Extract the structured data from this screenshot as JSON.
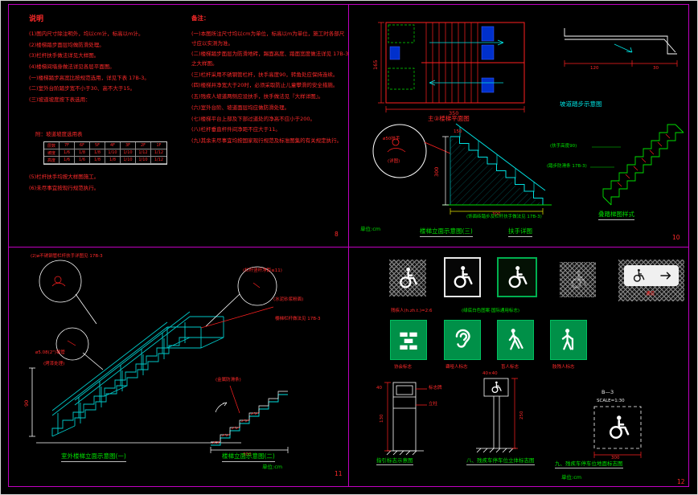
{
  "canvas": {
    "bg": "#000000",
    "border_color": "#c000c0"
  },
  "tl": {
    "title": "说明",
    "left_notes": [
      "(1)图内尺寸除注明外，均以cm计，标高以m计。",
      "(2)楼梯踏步面层均做防滑处理。",
      "(3)栏杆扶手做法详见大样图。",
      "(4)楼梯间墙身做法详见各层平面图。",
      "(一)楼梯踏步高宽比按规范选用，详见下表 17B-3。",
      "(二)室外台阶踏步宽不小于30、高不大于15。",
      "(三)坡道坡度按下表选用："
    ],
    "table_caption": "附：坡道坡度选用表",
    "table": {
      "header": [
        "层数",
        "7F",
        "6F",
        "5F",
        "4F",
        "3F",
        "2F",
        "1F"
      ],
      "rows": [
        {
          "c0": "坡度",
          "c1": "1/6",
          "c2": "1/8",
          "c3": "1/8",
          "c4": "1/10",
          "c5": "1/10",
          "c6": "1/12",
          "c7": "1/12"
        },
        {
          "c0": "高度",
          "c1": "1/6",
          "c2": "1/6",
          "c3": "1/8",
          "c4": "1/8",
          "c5": "1/10",
          "c6": "1/10",
          "c7": "1/12"
        }
      ]
    },
    "post_notes": [
      "(5)栏杆扶手均按大样图施工。",
      "(6)未尽事宜按现行规范执行。"
    ],
    "right_title": "备注：",
    "right_notes": [
      "(一)本图所注尺寸均以cm为单位，标高以m为单位，施工时各部尺寸应以实测为准。",
      "(二)楼梯踏步面层为防滑地砖，踢面高度、踏面宽度做法详见 17B-3 之大样图。",
      "(三)栏杆采用不锈钢管栏杆，扶手高度90，转角处应保持连续。",
      "(四)楼梯井净宽大于20时，必须采取防止儿童攀滑的安全措施。",
      "(五)残疾人坡道两侧应设扶手，扶手做法见『大样详图』。",
      "(六)室外台阶、坡道面层均应做防滑处理。",
      "(七)楼梯平台上部及下部过道处的净高不应小于200。",
      "(八)栏杆垂直杆件间净距不应大于11。",
      "(九)其余未尽事宜均按国家现行规范及标准图集的有关规定执行。"
    ],
    "page": "8"
  },
  "tr": {
    "plan_label": "主③楼梯平面图",
    "dim_plan_width": "350",
    "dim_plan_depth": "165",
    "detail_note1": "ø50扶手",
    "detail_note2": "(详图)",
    "dim_rise": "150",
    "dim_height": "300",
    "dim_run": "300",
    "ramp_label": "坡道踏步示意图",
    "ramp_dim1": "120",
    "ramp_dim2": "30",
    "pattern_note1": "(扶手高度90)",
    "pattern_note2": "(踏步防滑条 17B-3)",
    "pattern_label": "叠踏梯图样式",
    "section_note": "(饰面砖踏步及栏杆扶手做法见 17B-3)",
    "section_label": "楼梯立面示意图(三)",
    "handrail_label": "扶手详图",
    "unit": "单位:cm",
    "page": "10"
  },
  "bl": {
    "anno_rail": "(2)ø不锈钢管栏杆扶手详图见 17B-3",
    "anno_spacing": "(栏杆竖杆净距≤11)",
    "anno_cement": "(水泥砂浆粉面)",
    "anno_detail": "楼梯栏杆做法见 17B-3",
    "anno_pipe": "ø5.08(2\")钢管",
    "anno_paint": "(烤漆处理)",
    "anno_antislip": "(金属防滑条)",
    "dim_rail_height": "90",
    "dim_step": "300",
    "label_one": "室外楼梯立面示意图(一)",
    "label_two": "楼梯立面示意图(二)",
    "unit": "单位:cm",
    "page": "11"
  },
  "br": {
    "caption_red": "残疾人(h.zh.t.)=2:6",
    "caption_green": "(绿底白色图案·国际通用标志)",
    "passage_text": "通道",
    "sign_labels": [
      "协会标志",
      "聋哑人标志",
      "盲人标志",
      "肢残人标志"
    ],
    "d1_dim_a": "40",
    "d1_dim_b": "130",
    "d1_note_plate": "标志牌",
    "d1_note_post": "立柱",
    "d1_label": "指引标志示意图",
    "d2_dim_a": "40×40",
    "d2_dim_b": "250",
    "d2_label": "八、残疾车停车位立体标志图",
    "d3_code": "B—3",
    "d3_scale": "SCALE=1:30",
    "d3_dim": "300",
    "d3_label": "九、残疾车停车位地面标志图",
    "unit": "单位:cm",
    "page": "12"
  }
}
